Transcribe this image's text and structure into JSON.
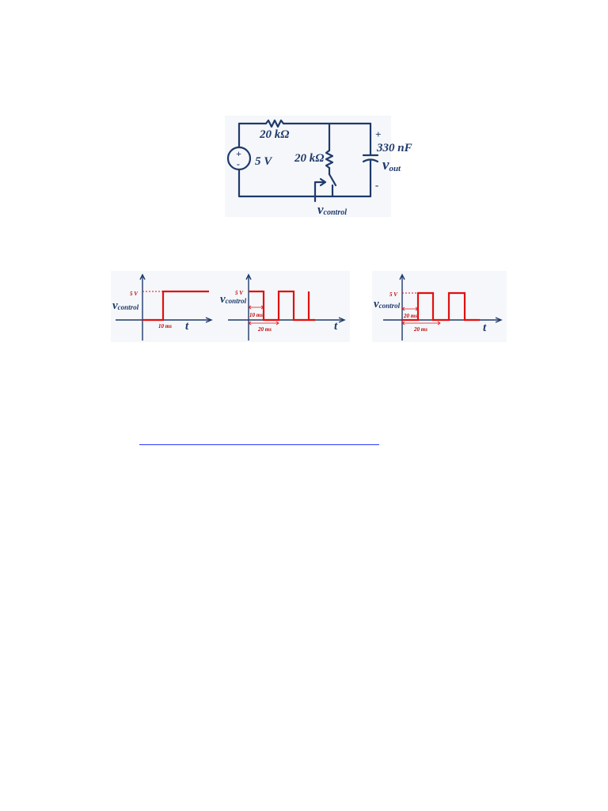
{
  "circuit": {
    "source_voltage": "5 V",
    "resistor_top": "20 kΩ",
    "resistor_branch": "20 kΩ",
    "capacitor": "330 nF",
    "output_plus": "+",
    "output_minus": "-",
    "output_label": {
      "main": "v",
      "sub": "out"
    },
    "control_label": {
      "main": "v",
      "sub": "control"
    },
    "source_plus": "+",
    "source_minus": "-"
  },
  "waveforms": [
    {
      "level_label": "5 V",
      "y_label": {
        "main": "v",
        "sub": "control"
      },
      "time_label": "t",
      "annotations": [
        "10 ms"
      ]
    },
    {
      "level_label": "5 V",
      "y_label": {
        "main": "v",
        "sub": "control"
      },
      "time_label": "t",
      "annotations": [
        "10 ms",
        "20 ms"
      ]
    },
    {
      "level_label": "5 V",
      "y_label": {
        "main": "v",
        "sub": "control"
      },
      "time_label": "t",
      "annotations": [
        "20 ms",
        "20 ms"
      ]
    }
  ],
  "colors": {
    "circuit": "#1f3a6b",
    "signal": "#e01010",
    "link": "#2b3bff"
  }
}
